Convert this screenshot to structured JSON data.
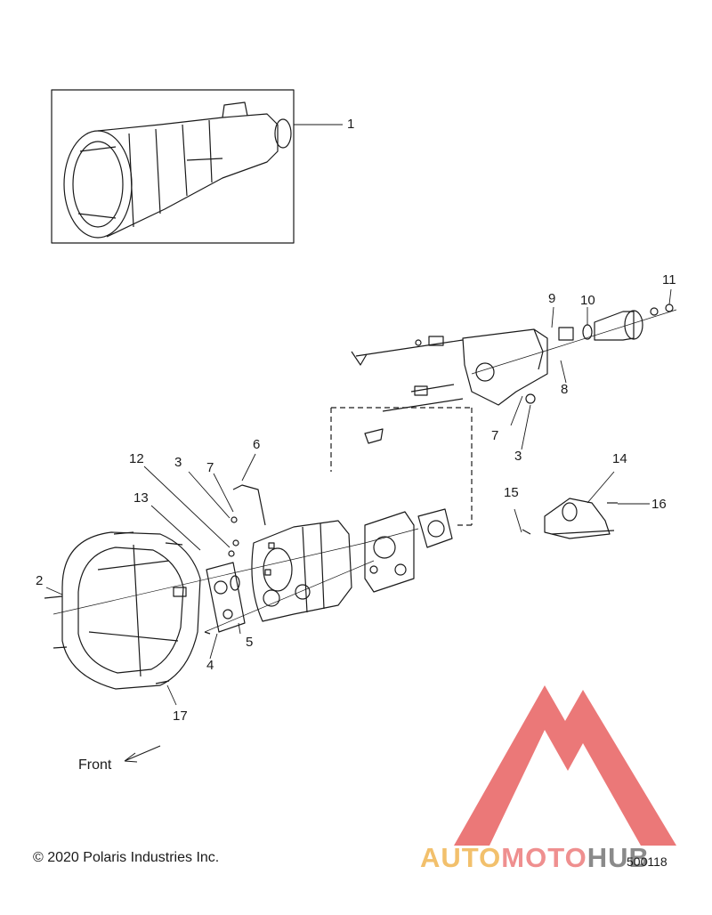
{
  "callouts": [
    "1",
    "2",
    "3",
    "4",
    "5",
    "6",
    "7",
    "8",
    "9",
    "10",
    "11",
    "12",
    "13",
    "14",
    "15",
    "16",
    "17",
    "3",
    "7"
  ],
  "front_label": "Front",
  "copyright": "© 2020 Polaris Industries Inc.",
  "doc_number": "500118",
  "watermark": {
    "part_a": "AUTO",
    "part_b": "MOTO",
    "part_c": "HUB",
    "colors": {
      "auto": "#f2c06c",
      "moto": "#ef8f8f",
      "hub": "#8a8a8a",
      "logo": "#e86060"
    }
  },
  "line_color": "#1a1a1a"
}
